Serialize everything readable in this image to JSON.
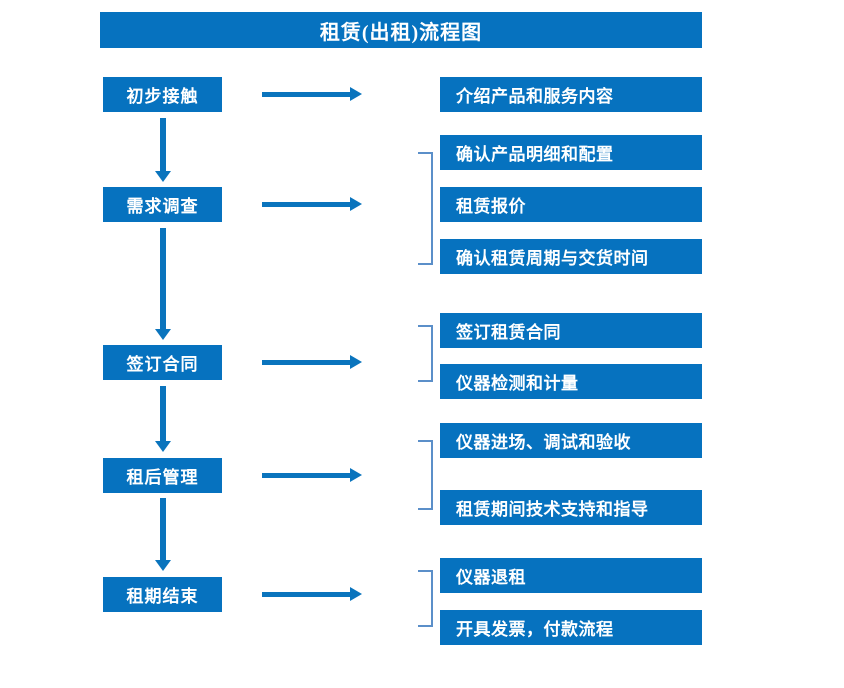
{
  "title": "租赁(出租)流程图",
  "colors": {
    "box_fill": "#0672bf",
    "box_text": "#ffffff",
    "arrow": "#0a74bd",
    "bracket": "#5b8fc9",
    "background": "#ffffff"
  },
  "stages": [
    {
      "label": "初步接触"
    },
    {
      "label": "需求调查"
    },
    {
      "label": "签订合同"
    },
    {
      "label": "租后管理"
    },
    {
      "label": "租期结束"
    }
  ],
  "details": {
    "group1": [
      {
        "label": "介绍产品和服务内容"
      }
    ],
    "group2": [
      {
        "label": "确认产品明细和配置"
      },
      {
        "label": "租赁报价"
      },
      {
        "label": "确认租赁周期与交货时间"
      }
    ],
    "group3": [
      {
        "label": "签订租赁合同"
      },
      {
        "label": "仪器检测和计量"
      }
    ],
    "group4": [
      {
        "label": "仪器进场、调试和验收"
      },
      {
        "label": "租赁期间技术支持和指导"
      }
    ],
    "group5": [
      {
        "label": "仪器退租"
      },
      {
        "label": "开具发票，付款流程"
      }
    ]
  }
}
